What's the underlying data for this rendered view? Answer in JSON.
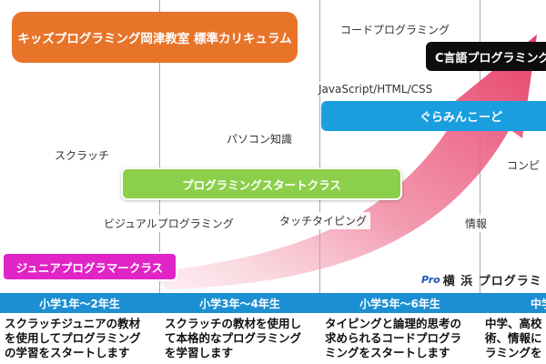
{
  "title": "キッズプログラミング岡津教室 標準カリキュラム",
  "courses": {
    "junior": "ジュニアプログラマークラス",
    "start": "プログラミングスタートクラス",
    "guramin": "ぐらみんこーど",
    "c_lang": "C言語プログラミング"
  },
  "topics": {
    "scratch": "スクラッチ",
    "visual": "ビジュアルプログラミング",
    "pc": "パソコン知識",
    "typing": "タッチタイピング",
    "code": "コードプログラミング",
    "web": "JavaScript/HTML/CSS",
    "info": "情報",
    "computer": "コンピ"
  },
  "logo": {
    "mark": "Pro",
    "text": "横 浜 プログラミ"
  },
  "grades": [
    "小学1年〜2年生",
    "小学3年〜4年生",
    "小学5年〜6年生",
    "中学"
  ],
  "descriptions": [
    "スクラッチジュニアの教材\nを使用してプログラミング\nの学習をスタートします",
    "スクラッチの教材を使用し\nて本格的なプログラミング\nを学習します",
    "タイピングと論理的思考の\n求められるコードプログラ\nミングをスタートします",
    "中学、高校\n術、情報に\nラミングを"
  ],
  "colors": {
    "title": "#e8742a",
    "junior": "#e024c6",
    "start": "#8ccf4a",
    "guramin": "#1a9ee0",
    "c_lang": "#0d0d0d",
    "grade_bar": "#1c8fd3",
    "arrow": "#ea5278"
  }
}
